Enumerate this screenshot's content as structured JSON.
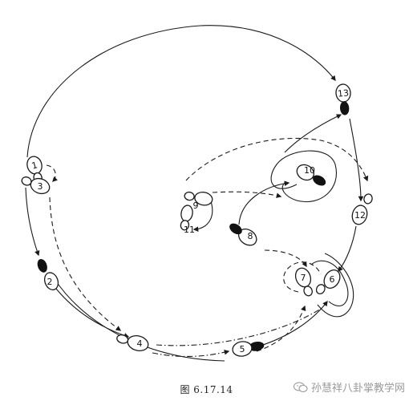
{
  "figure": {
    "caption": "图 6.17.14",
    "watermark_text": "孙慧祥八卦掌教学网",
    "watermark_icon": "wechat-icon"
  },
  "steps": [
    {
      "label": "1"
    },
    {
      "label": "2"
    },
    {
      "label": "3"
    },
    {
      "label": "4"
    },
    {
      "label": "5"
    },
    {
      "label": "6"
    },
    {
      "label": "7"
    },
    {
      "label": "8"
    },
    {
      "label": "9"
    },
    {
      "label": "10"
    },
    {
      "label": "11"
    },
    {
      "label": "12"
    },
    {
      "label": "13"
    }
  ],
  "colors": {
    "ink": "#1a1a1a",
    "watermark": "#9a9a9a"
  }
}
